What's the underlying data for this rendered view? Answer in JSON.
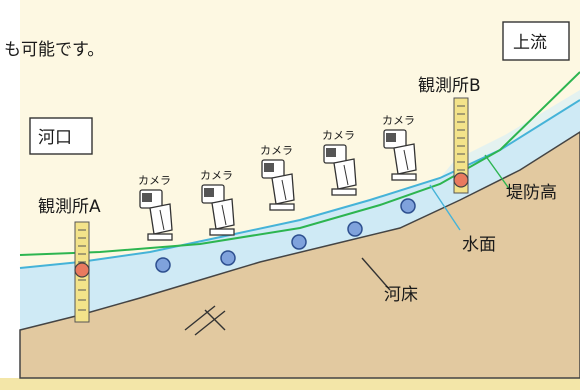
{
  "header_text": "も可能です。",
  "labels": {
    "upstream": "上流",
    "river_mouth": "河口",
    "station_a": "観測所A",
    "station_b": "観測所B",
    "levee_height": "堤防高",
    "water_surface": "水面",
    "river_bed": "河床",
    "camera": "カメラ"
  },
  "colors": {
    "background": "#fdf8e2",
    "ground": "#e2c9a0",
    "water": "#cfeaf5",
    "levee_line": "#2db550",
    "water_line": "#45b3d8",
    "sensor_dot": "#7fa2dc",
    "station_dot": "#e97a5f",
    "gauge": "#f3e38a"
  },
  "cameras": [
    {
      "label": "カメラ"
    },
    {
      "label": "カメラ"
    },
    {
      "label": "カメラ"
    },
    {
      "label": "カメラ"
    },
    {
      "label": "カメラ"
    }
  ]
}
